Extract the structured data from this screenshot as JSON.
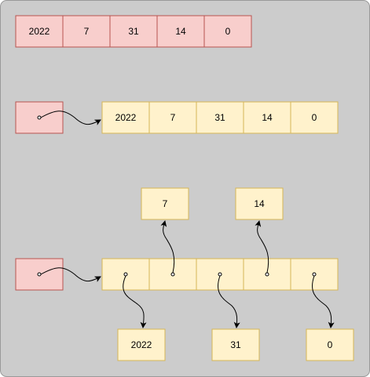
{
  "colors": {
    "background": "#cccccc",
    "background_border": "#999999",
    "red_fill": "#f8cecc",
    "red_stroke": "#b85450",
    "yellow_fill": "#fff2cc",
    "yellow_stroke": "#d6b656",
    "arrow": "#000000"
  },
  "row1": {
    "cells": [
      "2022",
      "7",
      "31",
      "14",
      "0"
    ]
  },
  "row2": {
    "pointer_cell": "",
    "cells": [
      "2022",
      "7",
      "31",
      "14",
      "0"
    ]
  },
  "row3": {
    "pointer_cell": "",
    "array_cells": [
      "",
      "",
      "",
      "",
      ""
    ],
    "top_boxes": [
      "7",
      "14"
    ],
    "bottom_boxes": [
      "2022",
      "31",
      "0"
    ]
  }
}
